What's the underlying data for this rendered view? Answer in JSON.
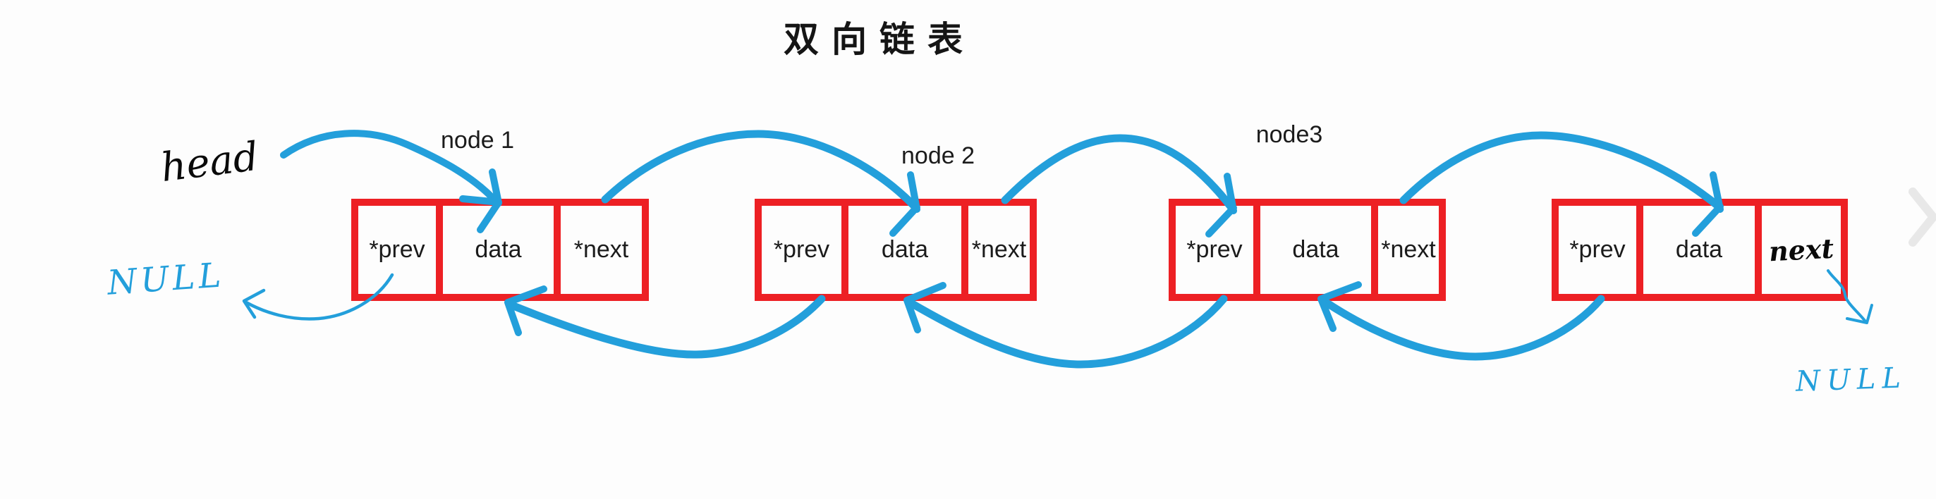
{
  "title": "双向链表",
  "annotations": {
    "head": "head",
    "null_left": "NULL",
    "null_right": "NULL"
  },
  "nodes": [
    {
      "label": "node 1",
      "fields": [
        "*prev",
        "data",
        "*next"
      ]
    },
    {
      "label": "node 2",
      "fields": [
        "*prev",
        "data",
        "*next"
      ]
    },
    {
      "label": "node3",
      "fields": [
        "*prev",
        "data",
        "*next"
      ]
    },
    {
      "label": "",
      "fields": [
        "*prev",
        "data",
        "next"
      ]
    }
  ],
  "pointers": {
    "head_to_node1": "head -> node 1",
    "next_links": [
      "node 1 -> node 2",
      "node 2 -> node3",
      "node3 -> node 4"
    ],
    "prev_links": [
      "node 2 -> node 1",
      "node3 -> node 2",
      "node 4 -> node3"
    ],
    "prev_of_first": "NULL",
    "next_of_last": "NULL"
  },
  "colors": {
    "node_border": "#ed2024",
    "arrow_blue": "#239fdb",
    "ink": "#1b1b1b",
    "viewer_chevron": "#e8e8e8"
  },
  "icons": {
    "viewer_next": "chevron-right"
  }
}
